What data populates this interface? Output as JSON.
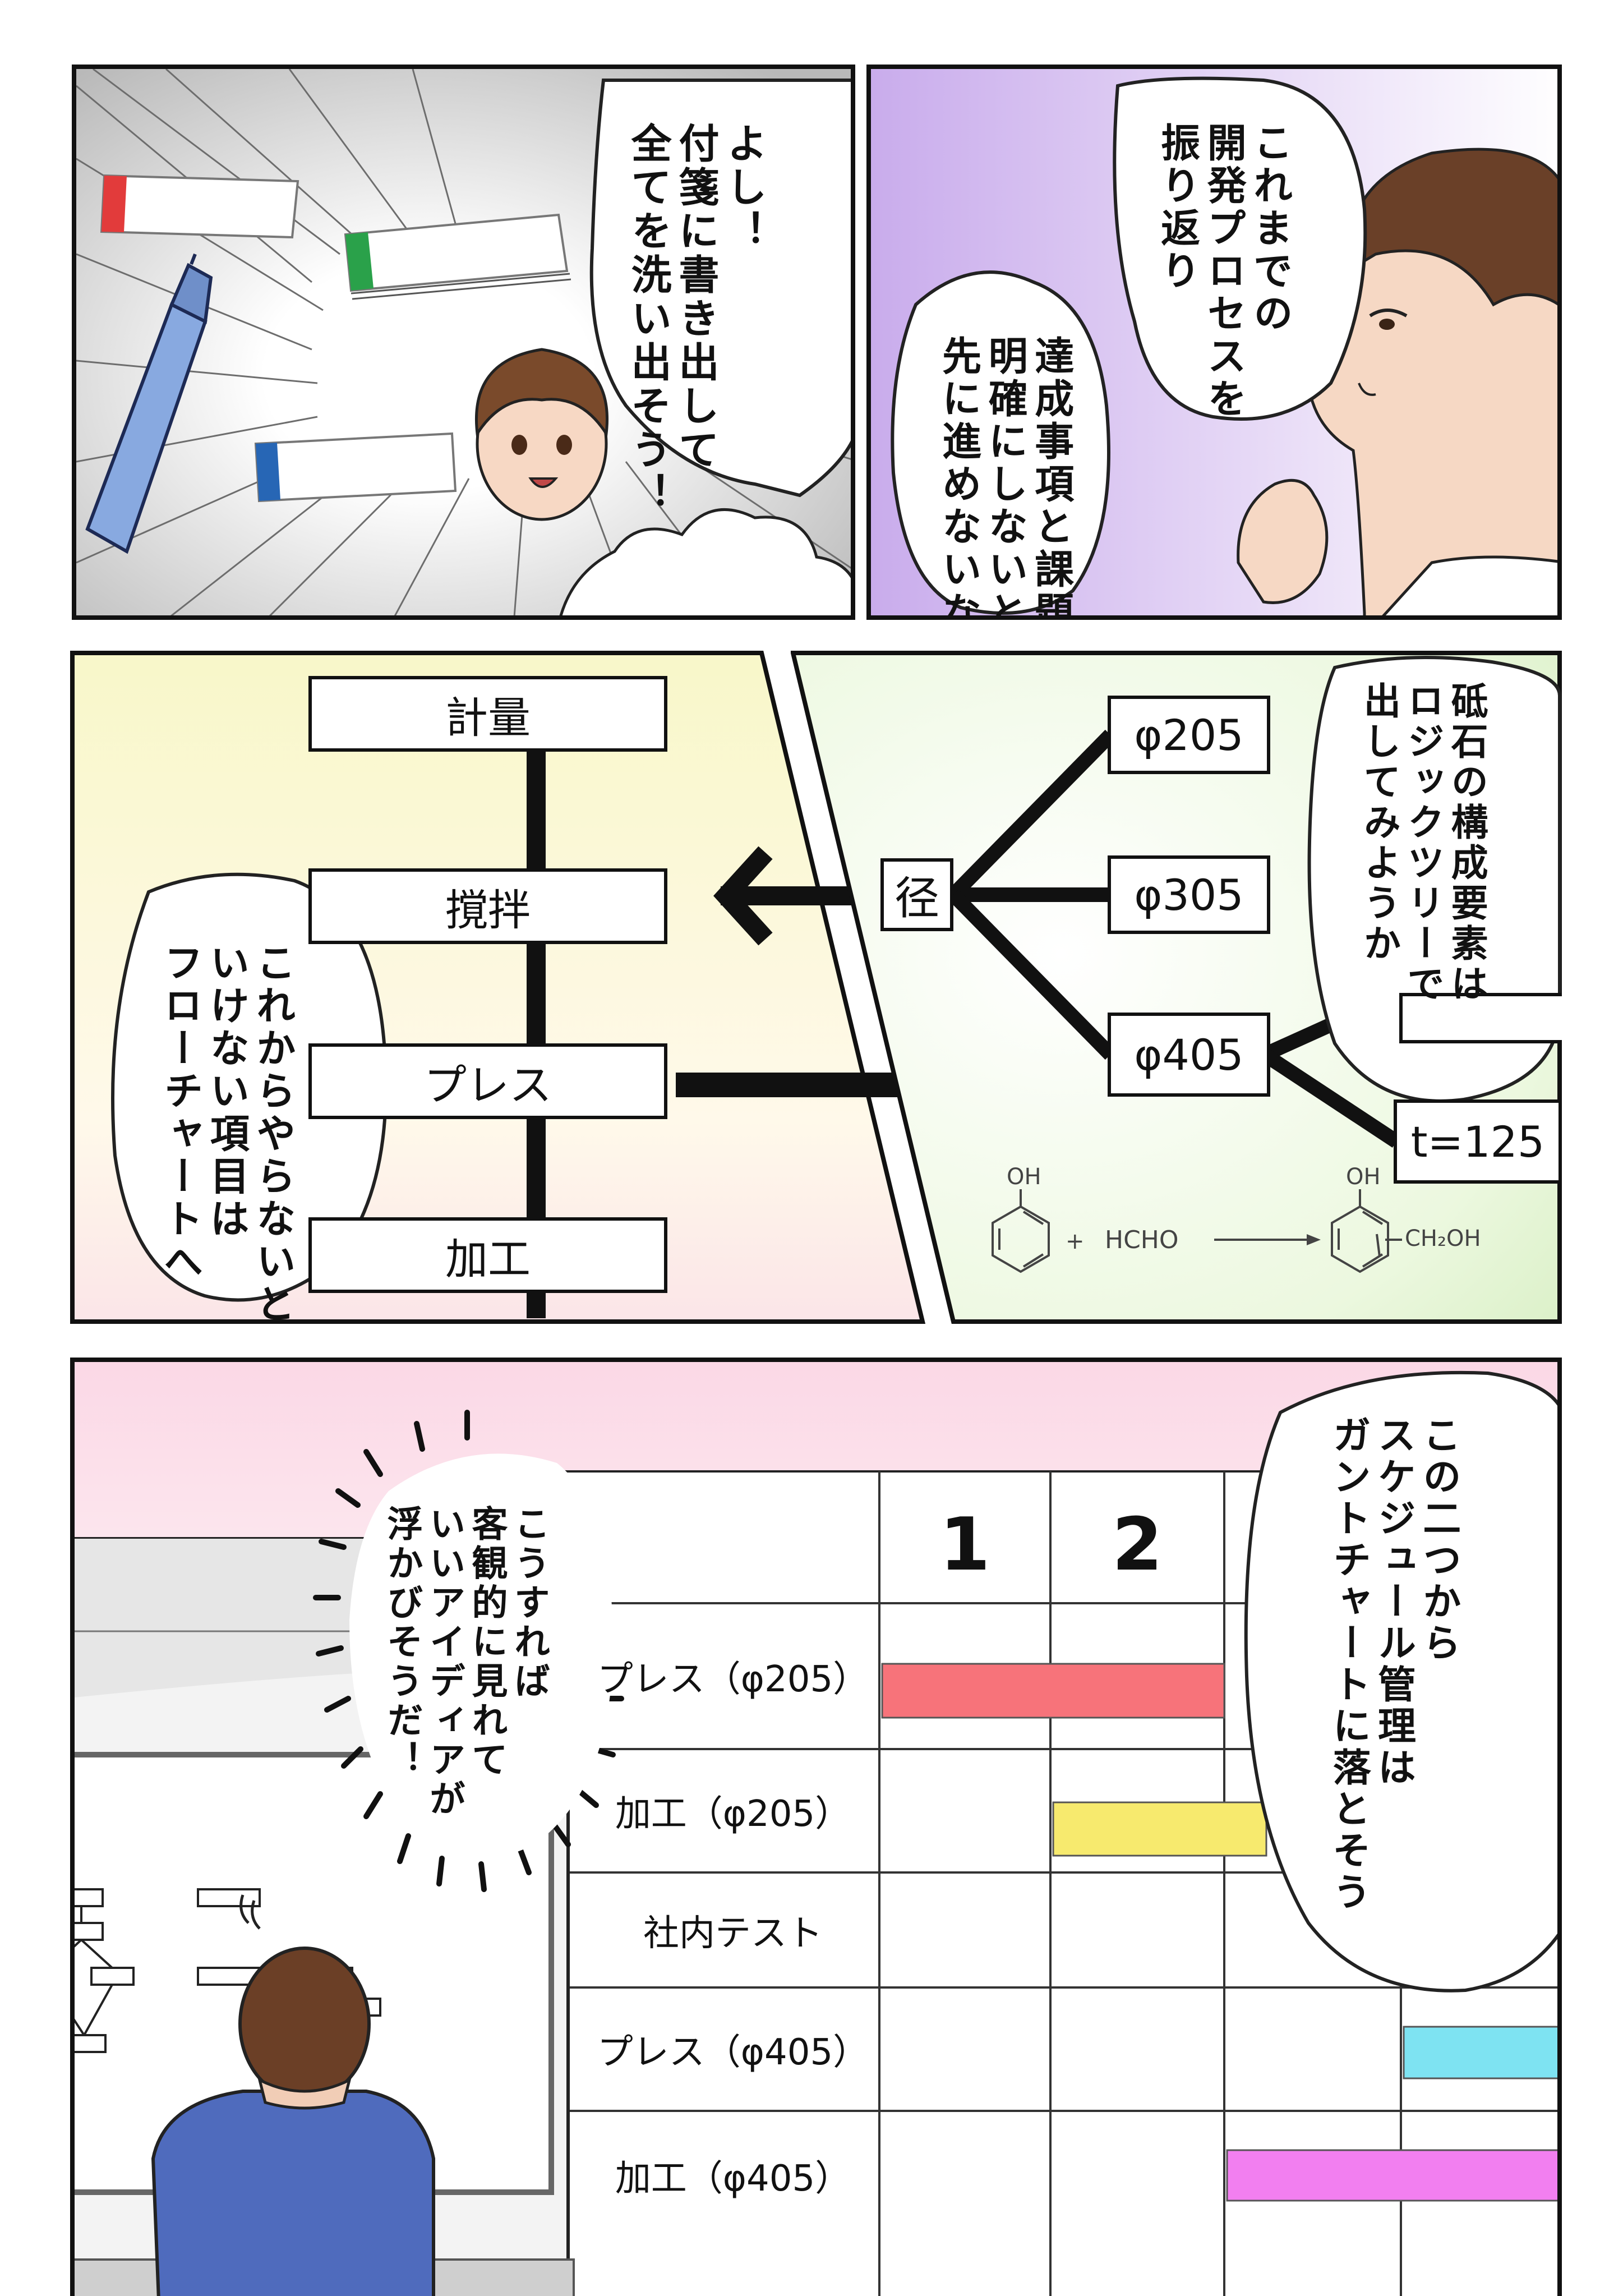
{
  "panel1": {
    "speech": [
      "よし！",
      "付箋に書き出して",
      "全てを洗い出そう！"
    ]
  },
  "panel2": {
    "speech1": [
      "これまでの",
      "開発プロセスを",
      "振り返り"
    ],
    "speech2": [
      "達成事項と課題を",
      "明確にしないと",
      "先に進めないなぁ"
    ]
  },
  "panel3": {
    "flow": [
      "計量",
      "撹拌",
      "プレス",
      "加工"
    ],
    "speech": [
      "これからやらないと",
      "いけない項目は",
      "フローチャートへ"
    ]
  },
  "panel4": {
    "root": "径",
    "branches": [
      "φ205",
      "φ305",
      "φ405"
    ],
    "extra": "t=125",
    "speech": [
      "砥石の構成要素は",
      "ロジックツリーで",
      "出してみようか"
    ],
    "formula": {
      "left_group": "OH",
      "reagent": "HCHO",
      "plus": "+",
      "right_group": "OH",
      "product_group": "CH₂OH"
    }
  },
  "panel5": {
    "speech_thought": [
      "こうすれば",
      "客観的に見れて",
      "いいアイディアが",
      "浮かびそうだ！"
    ],
    "speech_right": [
      "この二つから",
      "スケジュール管理は",
      "ガントチャートに落とそう"
    ],
    "gantt": {
      "columns": [
        "1",
        "2"
      ],
      "rows": [
        "プレス（φ205）",
        "加工（φ205）",
        "社内テスト",
        "プレス（φ405）",
        "加工（φ405）"
      ]
    },
    "colors": {
      "bar_press205": "#f7737a",
      "bar_kakou205": "#f7ea6e",
      "bar_press405": "#7ee3f2",
      "bar_kakou405": "#f27ff0"
    }
  }
}
